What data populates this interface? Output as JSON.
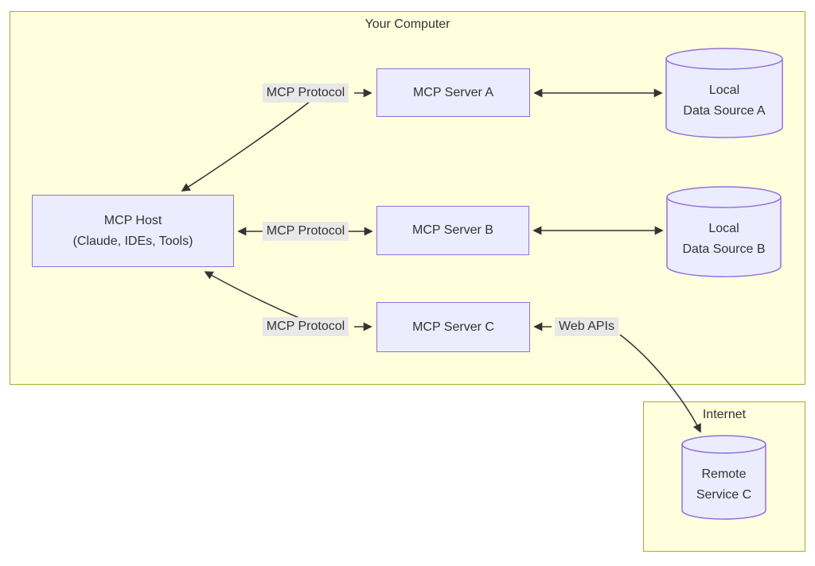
{
  "clusters": {
    "your_computer": "Your Computer",
    "internet": "Internet"
  },
  "nodes": {
    "host_line1": "MCP Host",
    "host_line2": "(Claude, IDEs, Tools)",
    "server_a": "MCP Server A",
    "server_b": "MCP Server B",
    "server_c": "MCP Server C",
    "ds_a_line1": "Local",
    "ds_a_line2": "Data Source A",
    "ds_b_line1": "Local",
    "ds_b_line2": "Data Source B",
    "remote_line1": "Remote",
    "remote_line2": "Service C"
  },
  "edge_labels": {
    "protocol_a": "MCP Protocol",
    "protocol_b": "MCP Protocol",
    "protocol_c": "MCP Protocol",
    "web_apis": "Web APIs"
  },
  "colors": {
    "canvas_bg": "#ffffff",
    "cluster_fill": "#ffffde",
    "cluster_border": "#aaaa33",
    "node_fill": "#ececff",
    "node_border": "#9370db",
    "edge_label_bg": "#e8e8e8",
    "edge_line": "#333333",
    "text": "#333333"
  }
}
